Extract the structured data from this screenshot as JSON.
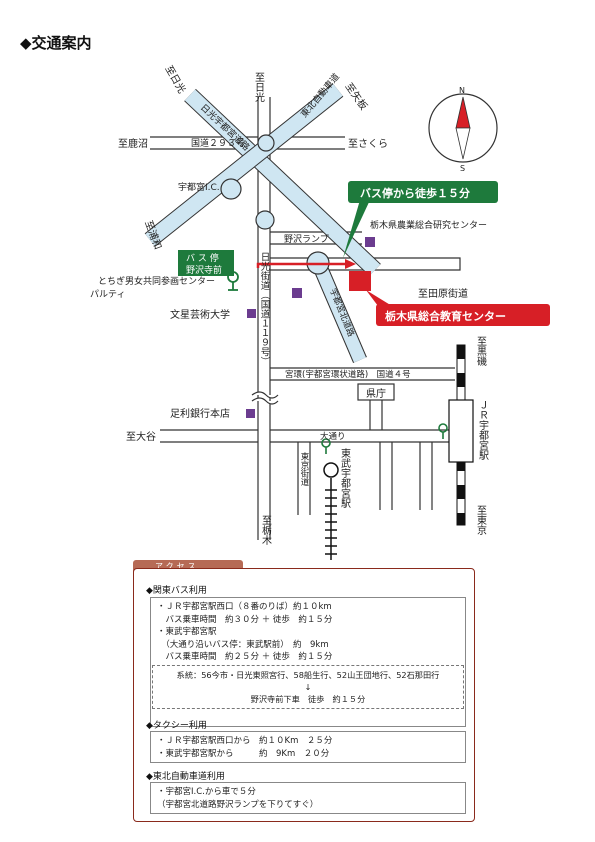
{
  "page_title": "◆交通案内",
  "map": {
    "directions": {
      "to_nikko_north": "至日光",
      "to_nikko_west": "至日光",
      "to_kanuma": "至鹿沼",
      "to_sakura": "至さくら",
      "to_yaita": "至矢板",
      "to_urawa": "至浦和",
      "to_taharakaido": "至田原街道",
      "to_kurobane": "至黒磯",
      "to_tokyo": "至東京",
      "to_oyama": "至大谷",
      "to_tochigi": "至栃木"
    },
    "roads": {
      "route293": "国道２９３号",
      "nikko_utsunomiya_road": "日光宇都宮道路",
      "tohoku_expressway": "東北自動車道",
      "utsunomiya_kita_road": "宇都宮北道路",
      "nikko_kaido_route119": "日光街道（国道１１９号）",
      "ring_road": "宮環(宇都宮環状道路)　国道４号",
      "odori": "大通り",
      "tokyo_kaido": "東京街道"
    },
    "places": {
      "utsunomiya_ic": "宇都宮I.C.",
      "nozawa_ramp": "野沢ランプ",
      "agri_center": "栃木県農業総合研究センター",
      "gender_center": "とちぎ男女共同参画センター",
      "palty": "パルティ",
      "bunsei": "文星芸術大学",
      "ashikaga_bank": "足利銀行本店",
      "kencho": "県庁",
      "tobu_station": "東武宇都宮駅",
      "jr_station": "ＪＲ宇都宮駅"
    },
    "callouts": {
      "walk": "バス停から徒歩１５分",
      "center": "栃木県総合教育センター",
      "busstop_line1": "バ ス 停",
      "busstop_line2": "野沢寺前"
    },
    "compass": {
      "n": "N",
      "s": "S"
    }
  },
  "access": {
    "tab": "アクセス",
    "bus_title": "◆関東バス利用",
    "bus_lines": [
      "・ＪＲ宇都宮駅西口（８番のりば）約１０km",
      "　バス乗車時間　約３０分 ＋ 徒歩　約１５分",
      "・東武宇都宮駅",
      "　（大通り沿いバス停：東武駅前）　約　9km",
      "　バス乗車時間　約２５分 ＋ 徒歩　約１５分"
    ],
    "route_lines": [
      "系統：56今市・日光東照宮行、58船生行、52山王団地行、52石那田行",
      "↓",
      "野沢寺前下車　徒歩　約１５分"
    ],
    "taxi_title": "◆タクシー利用",
    "taxi_lines": [
      "・ＪＲ宇都宮駅西口から　約１０Km　２５分",
      "・東武宇都宮駅から　　　約　9Km　２０分"
    ],
    "expressway_title": "◆東北自動車道利用",
    "expressway_lines": [
      "・宇都宮I.C.から車で５分",
      "（宇都宮北道路野沢ランプを下りてすぐ）"
    ]
  },
  "colors": {
    "red": "#d71f26",
    "green": "#1e7a3c",
    "purple": "#6b3c8f",
    "road_blue": "#cfe6f2",
    "access_border": "#8a2a1c"
  }
}
